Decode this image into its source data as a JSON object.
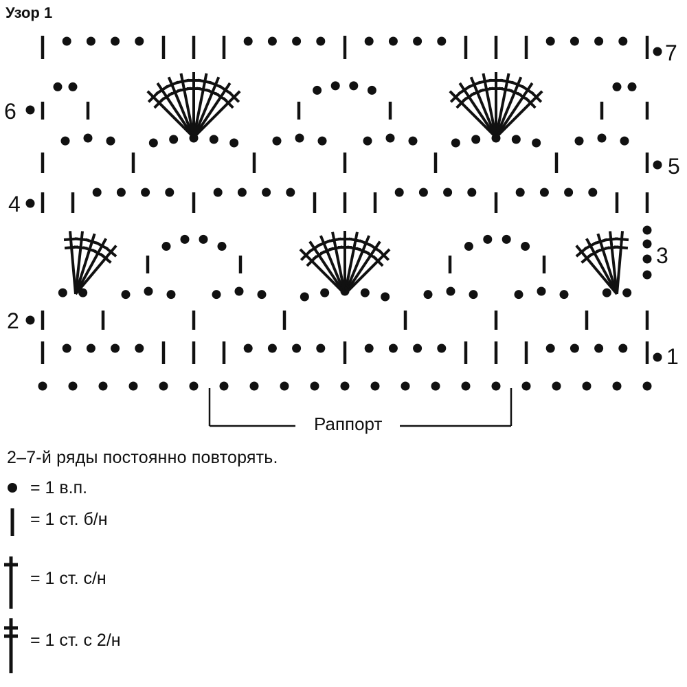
{
  "title": "Узор 1",
  "note": "2–7-й ряды постоянно повторять.",
  "rapport_label": "Раппорт",
  "row_labels": [
    "1",
    "2",
    "3",
    "4",
    "5",
    "6",
    "7"
  ],
  "legend": [
    {
      "symbol": "chain",
      "text": "= 1 в.п."
    },
    {
      "symbol": "single-crochet",
      "text": "= 1 ст. б/н"
    },
    {
      "symbol": "double-crochet",
      "text": "= 1 ст. с/н"
    },
    {
      "symbol": "treble-crochet",
      "text": "= 1 ст. с 2/н"
    }
  ],
  "colors": {
    "ink": "#111111",
    "background": "#ffffff"
  }
}
